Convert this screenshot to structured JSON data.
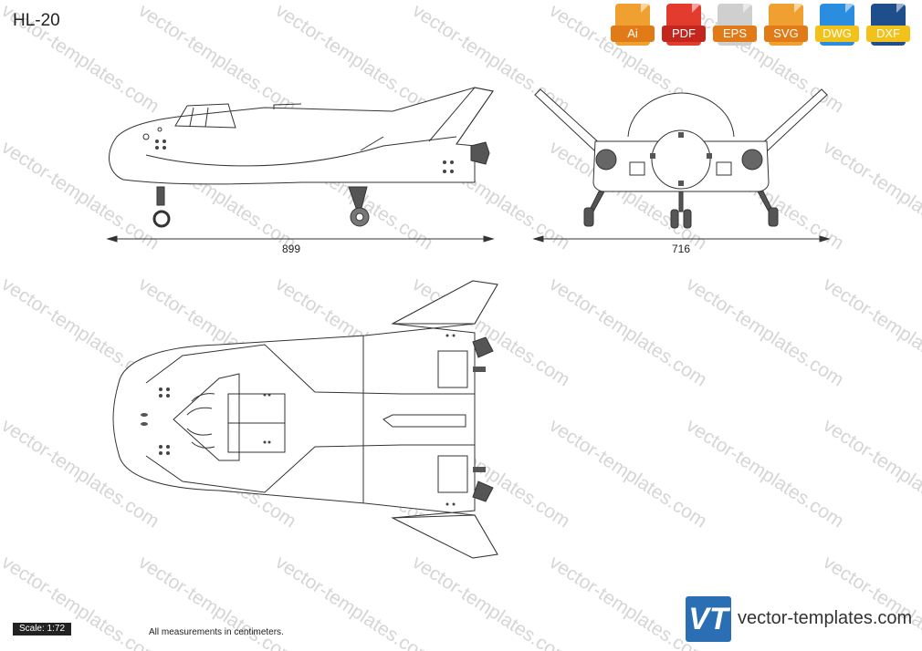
{
  "title": "HL-20",
  "formats": [
    {
      "label": "Ai",
      "color": "#f0a030",
      "dark": "#e07b18"
    },
    {
      "label": "PDF",
      "color": "#e43b2f",
      "dark": "#c2261c"
    },
    {
      "label": "EPS",
      "color": "#cfcfcf",
      "dark": "#e07b18"
    },
    {
      "label": "SVG",
      "color": "#f0a030",
      "dark": "#e07b18"
    },
    {
      "label": "DWG",
      "color": "#2b8de0",
      "dark": "#f2c21b"
    },
    {
      "label": "DXF",
      "color": "#1f4e8c",
      "dark": "#f2c21b"
    }
  ],
  "dimensions": {
    "side_length": "899",
    "front_width": "716"
  },
  "scale": "Scale: 1:72",
  "note": "All measurements in centimeters.",
  "watermark": "vector-templates.com",
  "logo": {
    "mark": "VT",
    "site": "vector-templates.com",
    "color": "#2a6fb3"
  }
}
